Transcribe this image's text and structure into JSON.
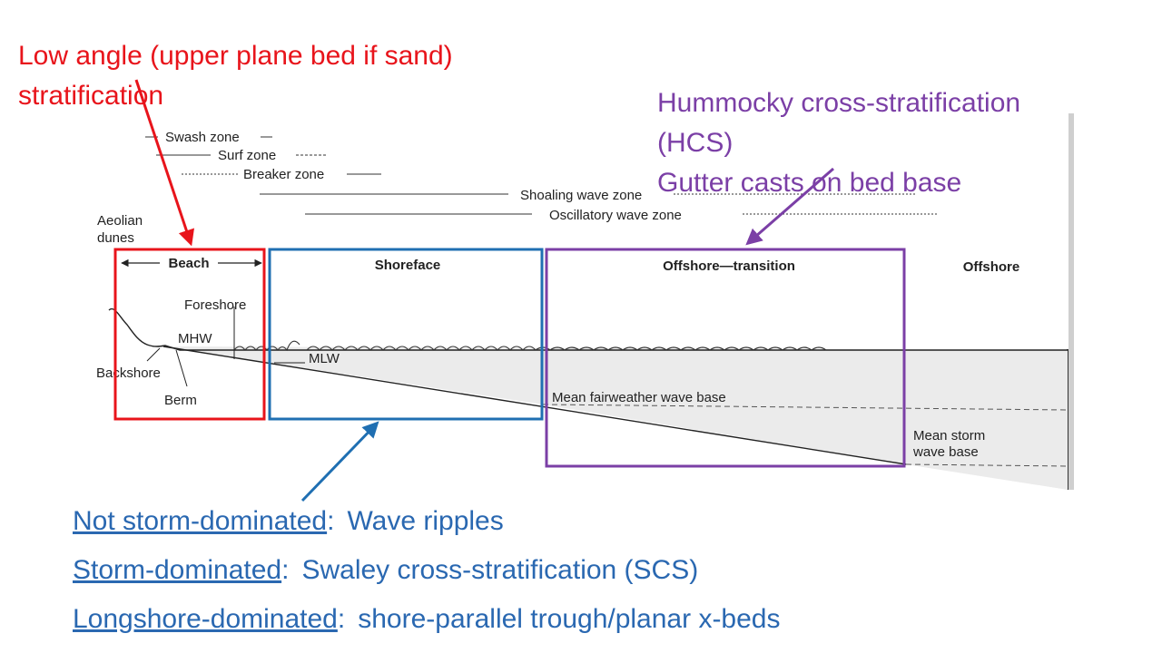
{
  "annotations": {
    "low_angle": {
      "line1": "Low angle (upper plane bed if sand)",
      "line2": "stratification",
      "color": "#e8141b"
    },
    "hcs": {
      "line1": "Hummocky cross-stratification",
      "line2": "(HCS)",
      "line3": "Gutter casts on bed base",
      "color": "#7b3fa6"
    }
  },
  "diagram": {
    "zones": {
      "swash": "Swash zone",
      "surf": "Surf zone",
      "breaker": "Breaker zone",
      "shoaling": "Shoaling wave zone",
      "oscillatory": "Oscillatory wave zone"
    },
    "sections": {
      "beach": "Beach",
      "shoreface": "Shoreface",
      "offshore_transition": "Offshore—transition",
      "offshore": "Offshore"
    },
    "labels": {
      "aeolian_line1": "Aeolian",
      "aeolian_line2": "dunes",
      "foreshore": "Foreshore",
      "mhw": "MHW",
      "mlw": "MLW",
      "backshore": "Backshore",
      "berm": "Berm",
      "fairweather": "Mean fairweather wave base",
      "storm_line1": "Mean storm",
      "storm_line2": "wave base"
    },
    "box_colors": {
      "beach": "#e8141b",
      "shoreface": "#1f6fb2",
      "offshore_transition": "#7b3fa6"
    }
  },
  "legend": [
    {
      "term": "Not storm-dominated",
      "sep": ":",
      "desc": "Wave ripples"
    },
    {
      "term": "Storm-dominated",
      "sep": ":",
      "desc": "Swaley cross-stratification (SCS)"
    },
    {
      "term": "Longshore-dominated",
      "sep": ":",
      "desc": "shore-parallel trough/planar x-beds"
    }
  ],
  "legend_color": "#2a68b1"
}
